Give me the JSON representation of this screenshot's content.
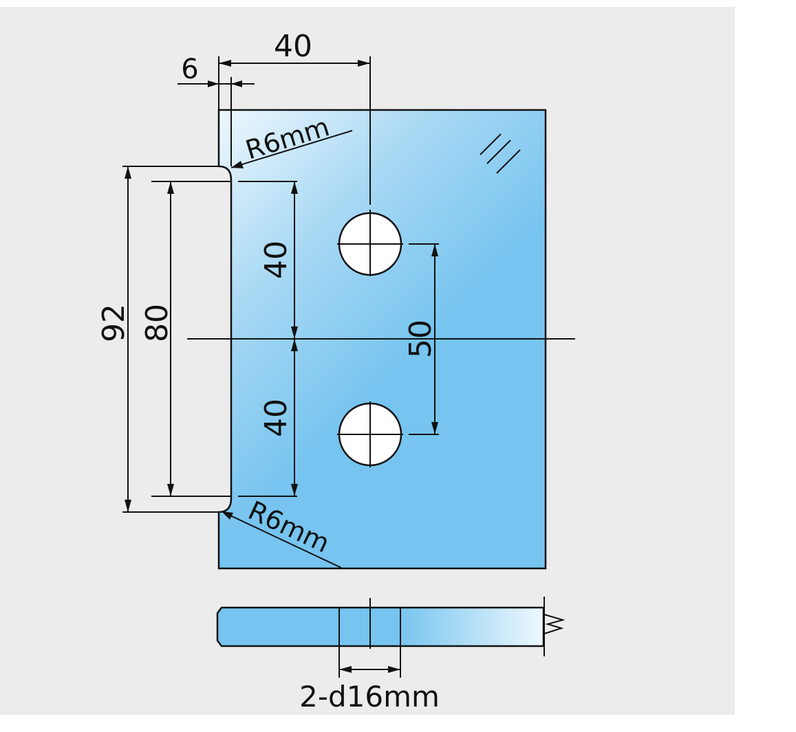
{
  "drawing": {
    "labels": {
      "top_width": "40",
      "edge_offset": "6",
      "radius_top": "R6mm",
      "radius_bottom": "R6mm",
      "overall_height": "92",
      "notch_height": "80",
      "upper_half": "40",
      "lower_half": "40",
      "hole_spacing": "50",
      "hole_spec": "2-d16mm"
    },
    "colors": {
      "background": "#ececec",
      "plate_light": "#eef8fe",
      "plate_mid": "#a8d8f4",
      "plate_blue": "#76c4ef",
      "line": "#111111",
      "hole_fill": "#ffffff"
    }
  }
}
